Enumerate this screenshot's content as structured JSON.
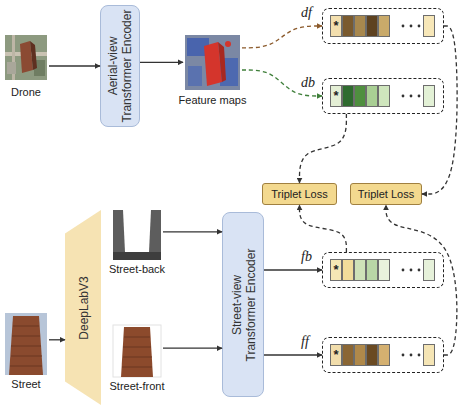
{
  "diagram": {
    "nodes": [
      {
        "text": [
          "Drone"
        ]
      },
      {
        "text": [
          "Aerial-view Transformer Encoder"
        ]
      },
      {
        "text": [
          "Feature maps"
        ]
      },
      {
        "text": [
          "df",
          "*"
        ]
      },
      {
        "text": [
          "db",
          "*"
        ]
      },
      {
        "text": [
          "Triplet Loss"
        ]
      },
      {
        "text": [
          "Triplet Loss"
        ]
      },
      {
        "text": [
          "DeepLabV3"
        ]
      },
      {
        "text": [
          "Street-back"
        ]
      },
      {
        "text": [
          "Street-view Transformer Encoder"
        ]
      },
      {
        "text": [
          "fb",
          "*"
        ]
      },
      {
        "text": [
          "Street"
        ]
      },
      {
        "text": [
          "Street-front"
        ]
      },
      {
        "text": [
          "ff",
          "*"
        ]
      }
    ],
    "edges": [
      {
        "from": 0,
        "to": 1,
        "arrow": "to"
      },
      {
        "from": 1,
        "to": 2,
        "arrow": "to"
      },
      {
        "from": 2,
        "to": 3,
        "arrow": "to"
      },
      {
        "from": 2,
        "to": 4,
        "arrow": "to"
      },
      {
        "from": 11,
        "to": 7,
        "arrow": "to"
      },
      {
        "from": 8,
        "to": 9,
        "arrow": "to"
      },
      {
        "from": 12,
        "to": 9,
        "arrow": "to"
      },
      {
        "from": 9,
        "to": 10,
        "arrow": "to"
      },
      {
        "from": 9,
        "to": 13,
        "arrow": "to"
      },
      {
        "from": 3,
        "to": 6,
        "arrow": "to"
      },
      {
        "from": 13,
        "to": 6,
        "arrow": "to"
      },
      {
        "from": 4,
        "to": 5,
        "arrow": "to"
      },
      {
        "from": 10,
        "to": 5,
        "arrow": "to"
      }
    ]
  }
}
